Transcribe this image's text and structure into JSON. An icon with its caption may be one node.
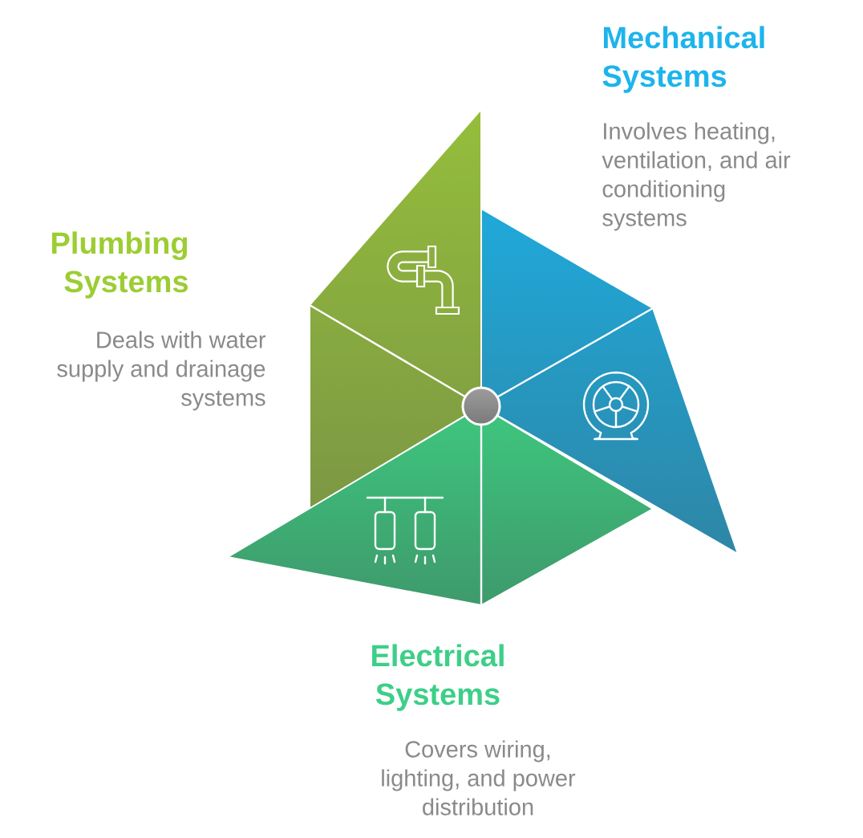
{
  "diagram": {
    "nodes": [
      {
        "text": [
          "Mechanical Systems",
          "Involves heating, ventilation, and air conditioning systems"
        ]
      },
      {
        "text": [
          "Plumbing Systems",
          "Deals with water supply and drainage systems"
        ]
      },
      {
        "text": [
          "Electrical Systems",
          "Covers wiring, lighting, and power distribution"
        ]
      }
    ]
  }
}
